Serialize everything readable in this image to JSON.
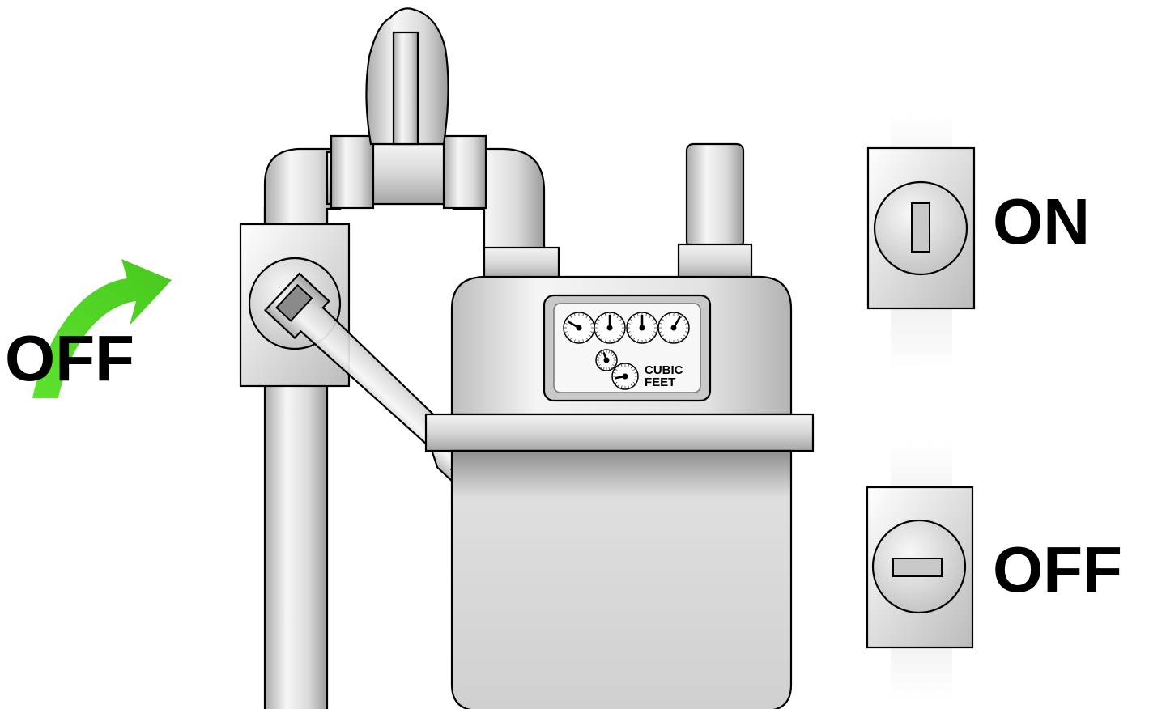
{
  "labels": {
    "valve_turn_label": "OFF",
    "on_label": "ON",
    "off_label": "OFF",
    "meter_unit_line1": "CUBIC",
    "meter_unit_line2": "FEET"
  },
  "colors": {
    "arrow": "#5de22e",
    "metal_light": "#f4f4f4",
    "metal_mid": "#d2d2d2",
    "metal_dark": "#9a9a9a",
    "outline": "#000000"
  },
  "icons": {
    "turn_arrow": "curved-arrow-icon",
    "valve_on": "valve-on-icon",
    "valve_off": "valve-off-icon"
  }
}
